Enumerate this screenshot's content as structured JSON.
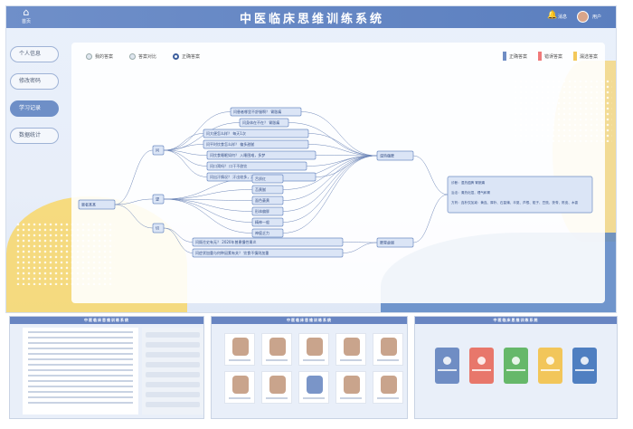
{
  "header": {
    "home_label": "首页",
    "title": "中医临床思维训练系统",
    "bell_label": "消息",
    "user_name": "用户"
  },
  "sidebar": {
    "items": [
      {
        "label": "个人信息"
      },
      {
        "label": "修改密码"
      },
      {
        "label": "学习记录"
      },
      {
        "label": "数据统计"
      }
    ]
  },
  "view_options": [
    {
      "label": "我的答案"
    },
    {
      "label": "答案对比"
    },
    {
      "label": "正确答案"
    }
  ],
  "legend": [
    {
      "label": "正确答案",
      "color": "#6f8dc4"
    },
    {
      "label": "错误答案",
      "color": "#f07a7a"
    },
    {
      "label": "漏选答案",
      "color": "#f3c85a"
    }
  ],
  "mindmap": {
    "root": "患者某某",
    "level1": [
      "问",
      "望",
      "切"
    ],
    "wen_questions": [
      "问患者哪里不舒服啊？ 胃胀痛",
      "问身体在不在？ 胃胀痛",
      "问大便怎么样？ 每天1次",
      "问平时饮食怎么样？ 偏多甜腻",
      "问饮食睡眠如何？ 入睡困难，多梦",
      "问口渴吗？ 口干不欲饮",
      "问出汗情况？ 汗出较多，活动后明显"
    ],
    "wang_items": [
      "舌质红",
      "苔黄腻",
      "面色萎黄",
      "形体偏胖",
      "精神一般",
      "神疲乏力"
    ],
    "qie_questions": [
      "问既往史有无？ 2020年曾患慢性胃炎",
      "问症状加重与何种因素有关？ 饮食不慎则加重"
    ],
    "diagnosis": [
      "湿热蕴脾",
      "脾胃虚弱"
    ],
    "summary": [
      "诊断：湿热蕴脾 胃脘痛",
      "治法：清热化湿，理气和胃",
      "方药：连朴饮加减：黄连、厚朴、石菖蒲、半夏、芦根、栀子、豆豉、茯苓、陈皮、木香"
    ]
  },
  "thumbnails": [
    {
      "title": "中医临床思维训练系统"
    },
    {
      "title": "中医临床思维训练系统"
    },
    {
      "title": "中医临床思维训练系统"
    }
  ],
  "tile_colors": [
    "#6f8dc4",
    "#e8776b",
    "#66b86a",
    "#f2c65a",
    "#4f7fc1"
  ]
}
